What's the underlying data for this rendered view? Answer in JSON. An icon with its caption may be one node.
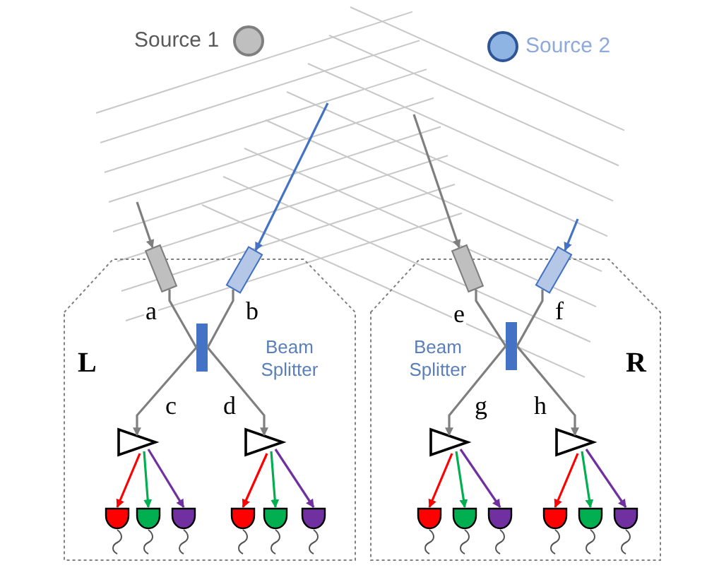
{
  "diagram": {
    "nodes": [
      {
        "text": [
          "L"
        ]
      },
      {
        "text": [
          "R"
        ]
      },
      {
        "text": [],
        "shape": "box"
      },
      {
        "text": [],
        "shape": "box"
      },
      {
        "text": [],
        "shape": "bar",
        "beside": [
          "Beam Splitter"
        ],
        "in": 0
      },
      {
        "text": [],
        "shape": "triangle",
        "in": 0
      },
      {
        "text": [],
        "shape": "triangle",
        "in": 0
      },
      {
        "text": [],
        "shape": "semicircle",
        "in": 0
      },
      {
        "text": [],
        "shape": "semicircle",
        "in": 0
      },
      {
        "text": [],
        "shape": "semicircle",
        "in": 0
      },
      {
        "text": [],
        "shape": "semicircle",
        "in": 0
      },
      {
        "text": [],
        "shape": "semicircle",
        "in": 0
      },
      {
        "text": [],
        "shape": "semicircle",
        "in": 0
      },
      {
        "text": [],
        "shape": "box"
      },
      {
        "text": [],
        "shape": "box"
      },
      {
        "text": [],
        "shape": "bar",
        "beside": [
          "Beam Splitter"
        ],
        "in": 1
      },
      {
        "text": [],
        "shape": "triangle",
        "in": 1
      },
      {
        "text": [],
        "shape": "triangle",
        "in": 1
      },
      {
        "text": [],
        "shape": "semicircle",
        "in": 1
      },
      {
        "text": [],
        "shape": "semicircle",
        "in": 1
      },
      {
        "text": [],
        "shape": "semicircle",
        "in": 1
      },
      {
        "text": [],
        "shape": "semicircle",
        "in": 1
      },
      {
        "text": [],
        "shape": "semicircle",
        "in": 1
      },
      {
        "text": [],
        "shape": "semicircle",
        "in": 1
      }
    ],
    "edges": [
      {
        "from": null,
        "to": 2,
        "arrow": "to"
      },
      {
        "from": null,
        "to": 3,
        "arrow": "to",
        "color": "#4472c4"
      },
      {
        "from": null,
        "to": 13,
        "arrow": "to"
      },
      {
        "from": null,
        "to": 14,
        "arrow": "to",
        "color": "#4472c4"
      },
      {
        "from": 2,
        "to": 4,
        "arrow": "none",
        "label": "a"
      },
      {
        "from": 3,
        "to": 4,
        "arrow": "none",
        "label": "b"
      },
      {
        "from": 4,
        "to": 5,
        "arrow": "to",
        "label": "c"
      },
      {
        "from": 4,
        "to": 6,
        "arrow": "to",
        "label": "d"
      },
      {
        "from": 5,
        "to": 7,
        "arrow": "to",
        "color": "#ff0000"
      },
      {
        "from": 5,
        "to": 8,
        "arrow": "to",
        "color": "#00b050"
      },
      {
        "from": 5,
        "to": 9,
        "arrow": "to",
        "color": "#7030a0"
      },
      {
        "from": 6,
        "to": 10,
        "arrow": "to",
        "color": "#ff0000"
      },
      {
        "from": 6,
        "to": 11,
        "arrow": "to",
        "color": "#00b050"
      },
      {
        "from": 6,
        "to": 12,
        "arrow": "to",
        "color": "#7030a0"
      },
      {
        "from": 13,
        "to": 15,
        "arrow": "none",
        "label": "e"
      },
      {
        "from": 14,
        "to": 15,
        "arrow": "none",
        "label": "f"
      },
      {
        "from": 15,
        "to": 16,
        "arrow": "to",
        "label": "g"
      },
      {
        "from": 15,
        "to": 17,
        "arrow": "to",
        "label": "h"
      },
      {
        "from": 16,
        "to": 18,
        "arrow": "to",
        "color": "#ff0000"
      },
      {
        "from": 16,
        "to": 19,
        "arrow": "to",
        "color": "#00b050"
      },
      {
        "from": 16,
        "to": 20,
        "arrow": "to",
        "color": "#7030a0"
      },
      {
        "from": 17,
        "to": 21,
        "arrow": "to",
        "color": "#ff0000"
      },
      {
        "from": 17,
        "to": 22,
        "arrow": "to",
        "color": "#00b050"
      },
      {
        "from": 17,
        "to": 23,
        "arrow": "to",
        "color": "#7030a0"
      }
    ],
    "labels": [
      "Source 1",
      "Source 2"
    ]
  }
}
